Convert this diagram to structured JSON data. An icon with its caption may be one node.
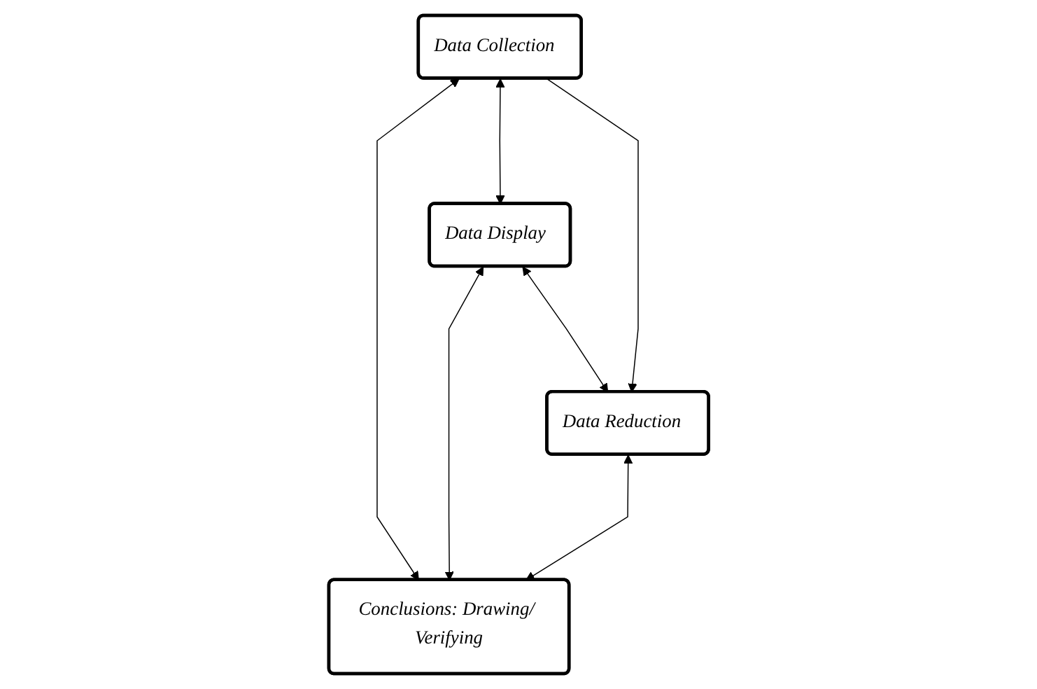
{
  "diagram": {
    "nodes": [
      {
        "text": [
          "Data Collection"
        ]
      },
      {
        "text": [
          "Data Display"
        ]
      },
      {
        "text": [
          "Data Reduction"
        ]
      },
      {
        "text": [
          "Conclusions: Drawing/ Verifying"
        ]
      }
    ],
    "edges": [
      {
        "from": 0,
        "to": 1,
        "arrow": "both"
      },
      {
        "from": 0,
        "to": 3,
        "arrow": "both"
      },
      {
        "from": 1,
        "to": 2,
        "arrow": "both"
      },
      {
        "from": 0,
        "to": 2,
        "arrow": "to"
      },
      {
        "from": 1,
        "to": 3,
        "arrow": "both"
      },
      {
        "from": 2,
        "to": 3,
        "arrow": "both"
      }
    ]
  }
}
